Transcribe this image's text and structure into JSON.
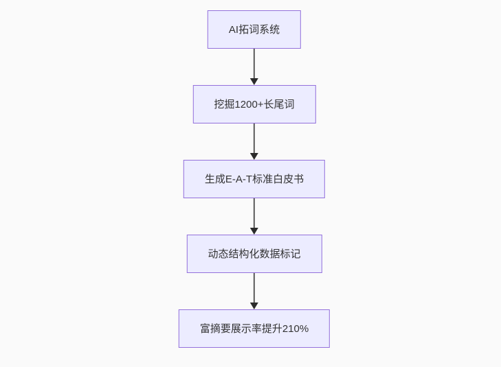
{
  "canvas": {
    "background_color": "#fafafa"
  },
  "flowchart": {
    "type": "flowchart",
    "direction": "top-down",
    "node_fill_color": "#ECECFF",
    "node_border_color": "#9370DB",
    "node_text_color": "#333333",
    "arrow_color": "#333333",
    "nodes": [
      {
        "label": "AI拓词系统"
      },
      {
        "label": "挖掘1200+长尾词"
      },
      {
        "label": "生成E-A-T标准白皮书"
      },
      {
        "label": "动态结构化数据标记"
      },
      {
        "label": "富摘要展示率提升210%"
      }
    ],
    "edges": [
      {
        "from": 0,
        "to": 1,
        "style": "arrow-down"
      },
      {
        "from": 1,
        "to": 2,
        "style": "arrow-down"
      },
      {
        "from": 2,
        "to": 3,
        "style": "arrow-down"
      },
      {
        "from": 3,
        "to": 4,
        "style": "arrow-down"
      }
    ]
  }
}
